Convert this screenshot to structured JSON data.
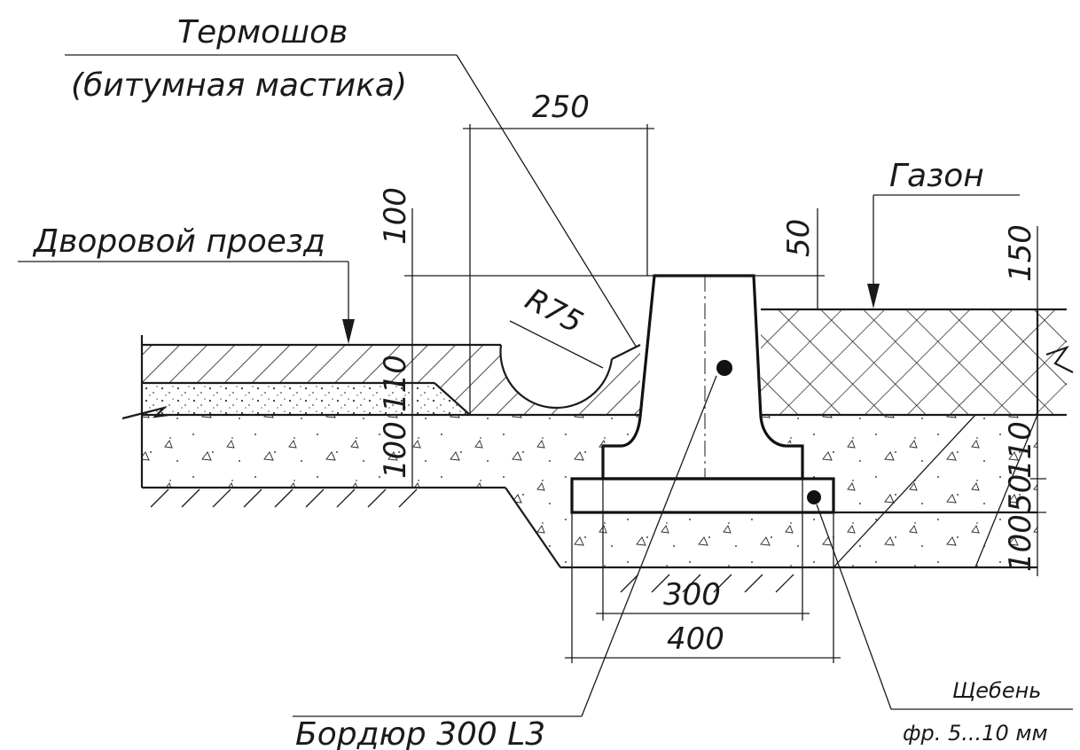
{
  "labels": {
    "thermal_joint_line1": "Термошов",
    "thermal_joint_line2": "(битумная мастика)",
    "yard_driveway": "Дворовой проезд",
    "lawn": "Газон",
    "curb": "Бордюр 300 L3",
    "gravel_line1": "Щебень",
    "gravel_line2": "фр. 5...10 мм"
  },
  "dimensions": {
    "d250": "250",
    "d100_top": "100",
    "d50": "50",
    "d150": "150",
    "radius": "R75",
    "d110_left": "110",
    "d100_left": "100",
    "d110_right": "110",
    "d50_right": "50",
    "d100_right": "100",
    "d300": "300",
    "d400": "400"
  },
  "colors": {
    "line": "#1a1a1a",
    "background": "#ffffff"
  }
}
